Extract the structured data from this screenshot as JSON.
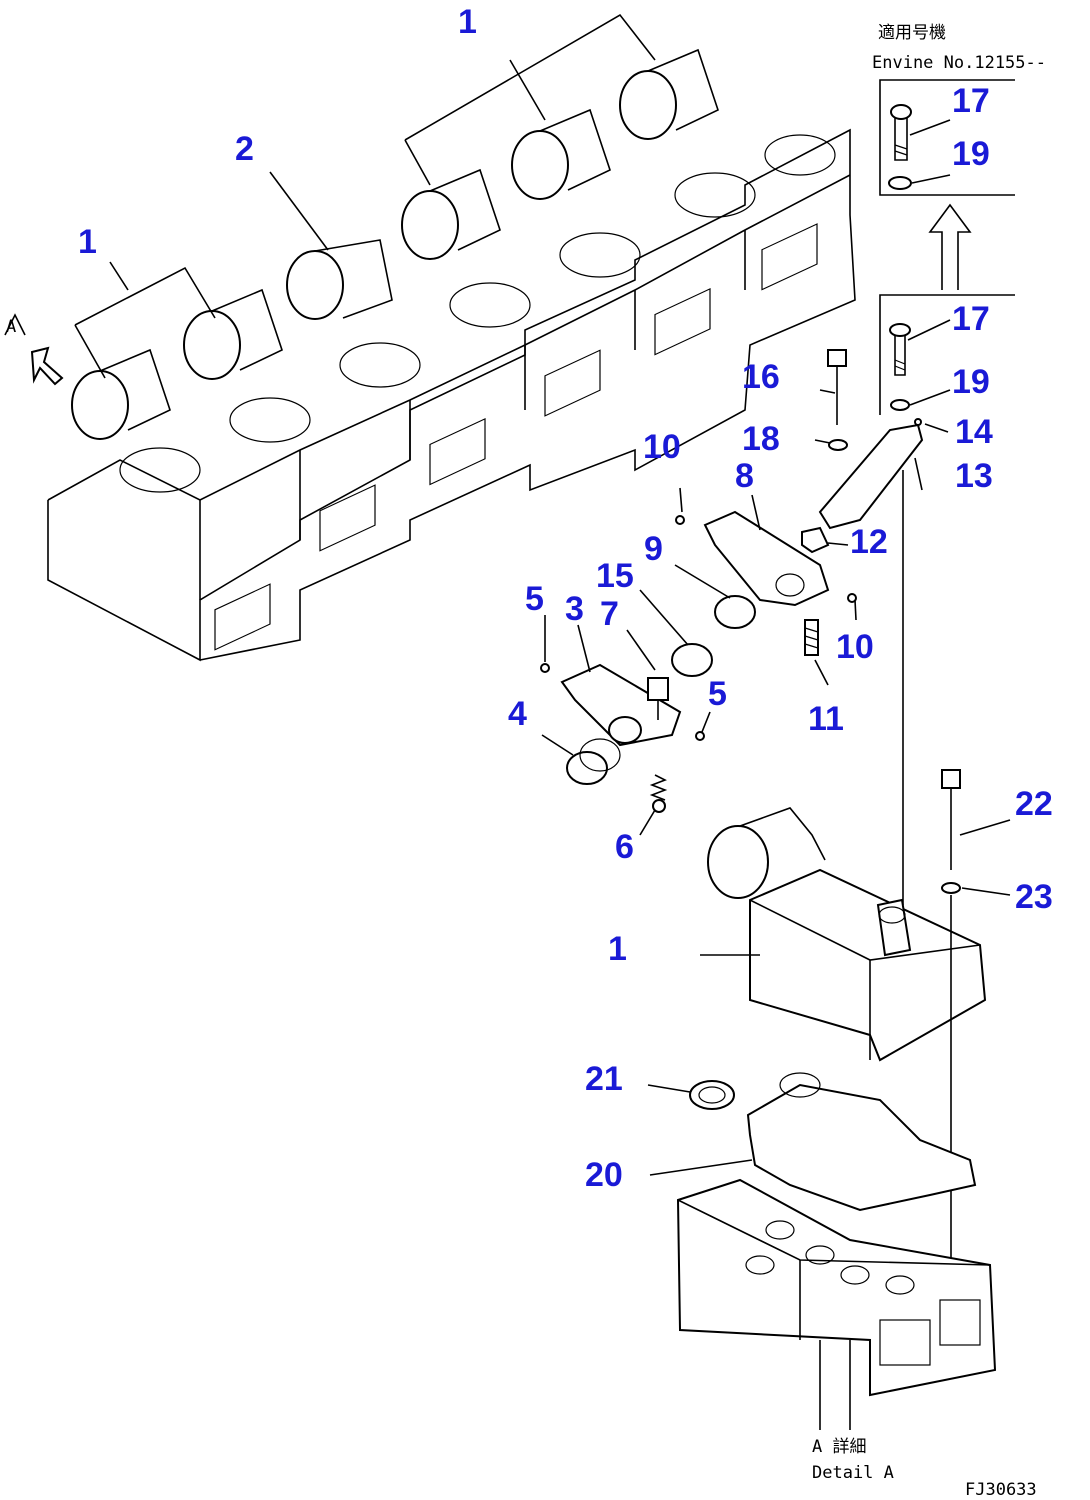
{
  "callouts": [
    {
      "id": "c1a",
      "text": "1"
    },
    {
      "id": "c1b",
      "text": "1"
    },
    {
      "id": "c1c",
      "text": "1"
    },
    {
      "id": "c2",
      "text": "2"
    },
    {
      "id": "c3",
      "text": "3"
    },
    {
      "id": "c4",
      "text": "4"
    },
    {
      "id": "c5a",
      "text": "5"
    },
    {
      "id": "c5b",
      "text": "5"
    },
    {
      "id": "c6",
      "text": "6"
    },
    {
      "id": "c7",
      "text": "7"
    },
    {
      "id": "c8",
      "text": "8"
    },
    {
      "id": "c9",
      "text": "9"
    },
    {
      "id": "c10a",
      "text": "10"
    },
    {
      "id": "c10b",
      "text": "10"
    },
    {
      "id": "c11",
      "text": "11"
    },
    {
      "id": "c12",
      "text": "12"
    },
    {
      "id": "c13",
      "text": "13"
    },
    {
      "id": "c14",
      "text": "14"
    },
    {
      "id": "c15",
      "text": "15"
    },
    {
      "id": "c16",
      "text": "16"
    },
    {
      "id": "c17a",
      "text": "17"
    },
    {
      "id": "c17b",
      "text": "17"
    },
    {
      "id": "c18",
      "text": "18"
    },
    {
      "id": "c19a",
      "text": "19"
    },
    {
      "id": "c19b",
      "text": "19"
    },
    {
      "id": "c20",
      "text": "20"
    },
    {
      "id": "c21",
      "text": "21"
    },
    {
      "id": "c22",
      "text": "22"
    },
    {
      "id": "c23",
      "text": "23"
    }
  ],
  "notes": {
    "applicable_jp": "適用号機",
    "engine_no": "Envine No.12155--",
    "view_marker": "A",
    "detail_jp": "A 詳細",
    "detail_en": "Detail A",
    "drawing_code": "FJ30633"
  },
  "colors": {
    "callout": "#1a1ad6",
    "line": "#000000",
    "background": "#ffffff"
  }
}
